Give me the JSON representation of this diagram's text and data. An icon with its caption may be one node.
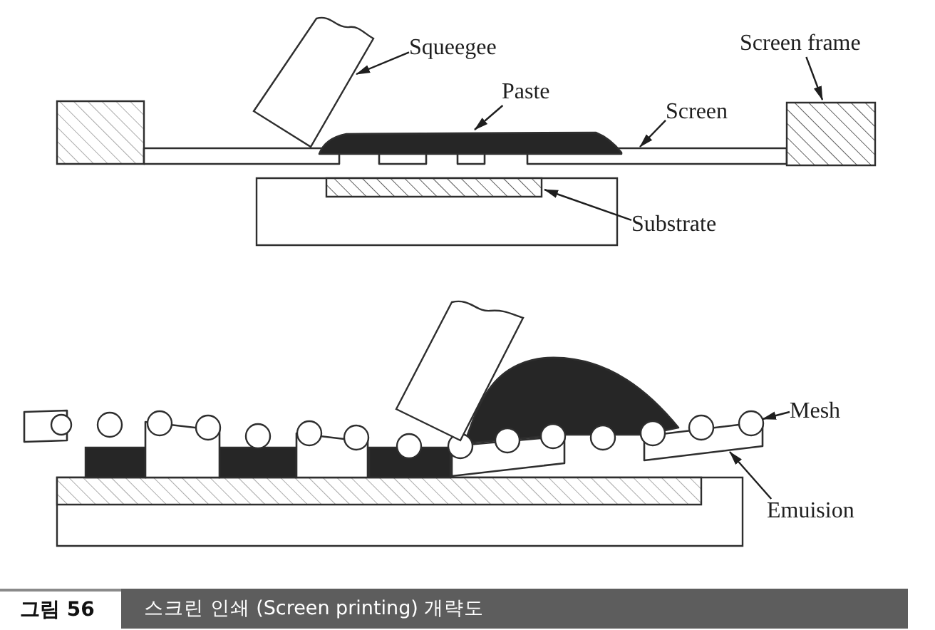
{
  "diagram": {
    "caption": "스크린 인쇄 (Screen printing) 개략도",
    "nodes": [
      {
        "text": [
          "Squeegee"
        ]
      },
      {
        "text": [
          "Screen frame"
        ]
      },
      {
        "text": [],
        "shape": "box"
      },
      {
        "text": [],
        "shape": "box"
      },
      {
        "text": [],
        "shape": "box"
      },
      {
        "text": [
          "Paste"
        ]
      },
      {
        "text": [],
        "shape": "bar"
      },
      {
        "text": [
          "Screen"
        ]
      },
      {
        "text": [],
        "shape": "bar"
      },
      {
        "text": [],
        "shape": "box"
      },
      {
        "text": [
          "Substrate"
        ]
      },
      {
        "text": [],
        "shape": "box"
      },
      {
        "text": [],
        "shape": "bar"
      },
      {
        "text": [],
        "shape": "circle"
      },
      {
        "text": [],
        "shape": "circle"
      },
      {
        "text": [],
        "shape": "circle"
      },
      {
        "text": [],
        "shape": "circle"
      },
      {
        "text": [],
        "shape": "circle"
      },
      {
        "text": [],
        "shape": "circle"
      },
      {
        "text": [],
        "shape": "circle"
      },
      {
        "text": [],
        "shape": "circle"
      },
      {
        "text": [],
        "shape": "circle"
      },
      {
        "text": [],
        "shape": "circle"
      },
      {
        "text": [],
        "shape": "circle"
      },
      {
        "text": [],
        "shape": "circle"
      },
      {
        "text": [],
        "shape": "circle"
      },
      {
        "text": [],
        "shape": "circle"
      },
      {
        "text": [],
        "shape": "circle"
      },
      {
        "text": [
          "Mesh"
        ]
      },
      {
        "text": [],
        "shape": "bar"
      },
      {
        "text": [],
        "shape": "bar"
      },
      {
        "text": [],
        "shape": "bar"
      },
      {
        "text": [],
        "shape": "bar"
      },
      {
        "text": [],
        "shape": "bar"
      },
      {
        "text": [],
        "shape": "box"
      },
      {
        "text": [
          "Emuision"
        ]
      }
    ],
    "edges": [
      {
        "from": 0,
        "to": 2,
        "arrow": "to"
      },
      {
        "from": 1,
        "to": 4,
        "arrow": "to"
      },
      {
        "from": 5,
        "to": 6,
        "arrow": "to"
      },
      {
        "from": 7,
        "to": 8,
        "arrow": "to"
      },
      {
        "from": 10,
        "to": 9,
        "arrow": "to"
      },
      {
        "from": 28,
        "to": 27,
        "arrow": "to"
      },
      {
        "from": 35,
        "to": 33,
        "arrow": "to"
      }
    ],
    "labels": [
      "그림 56"
    ]
  }
}
